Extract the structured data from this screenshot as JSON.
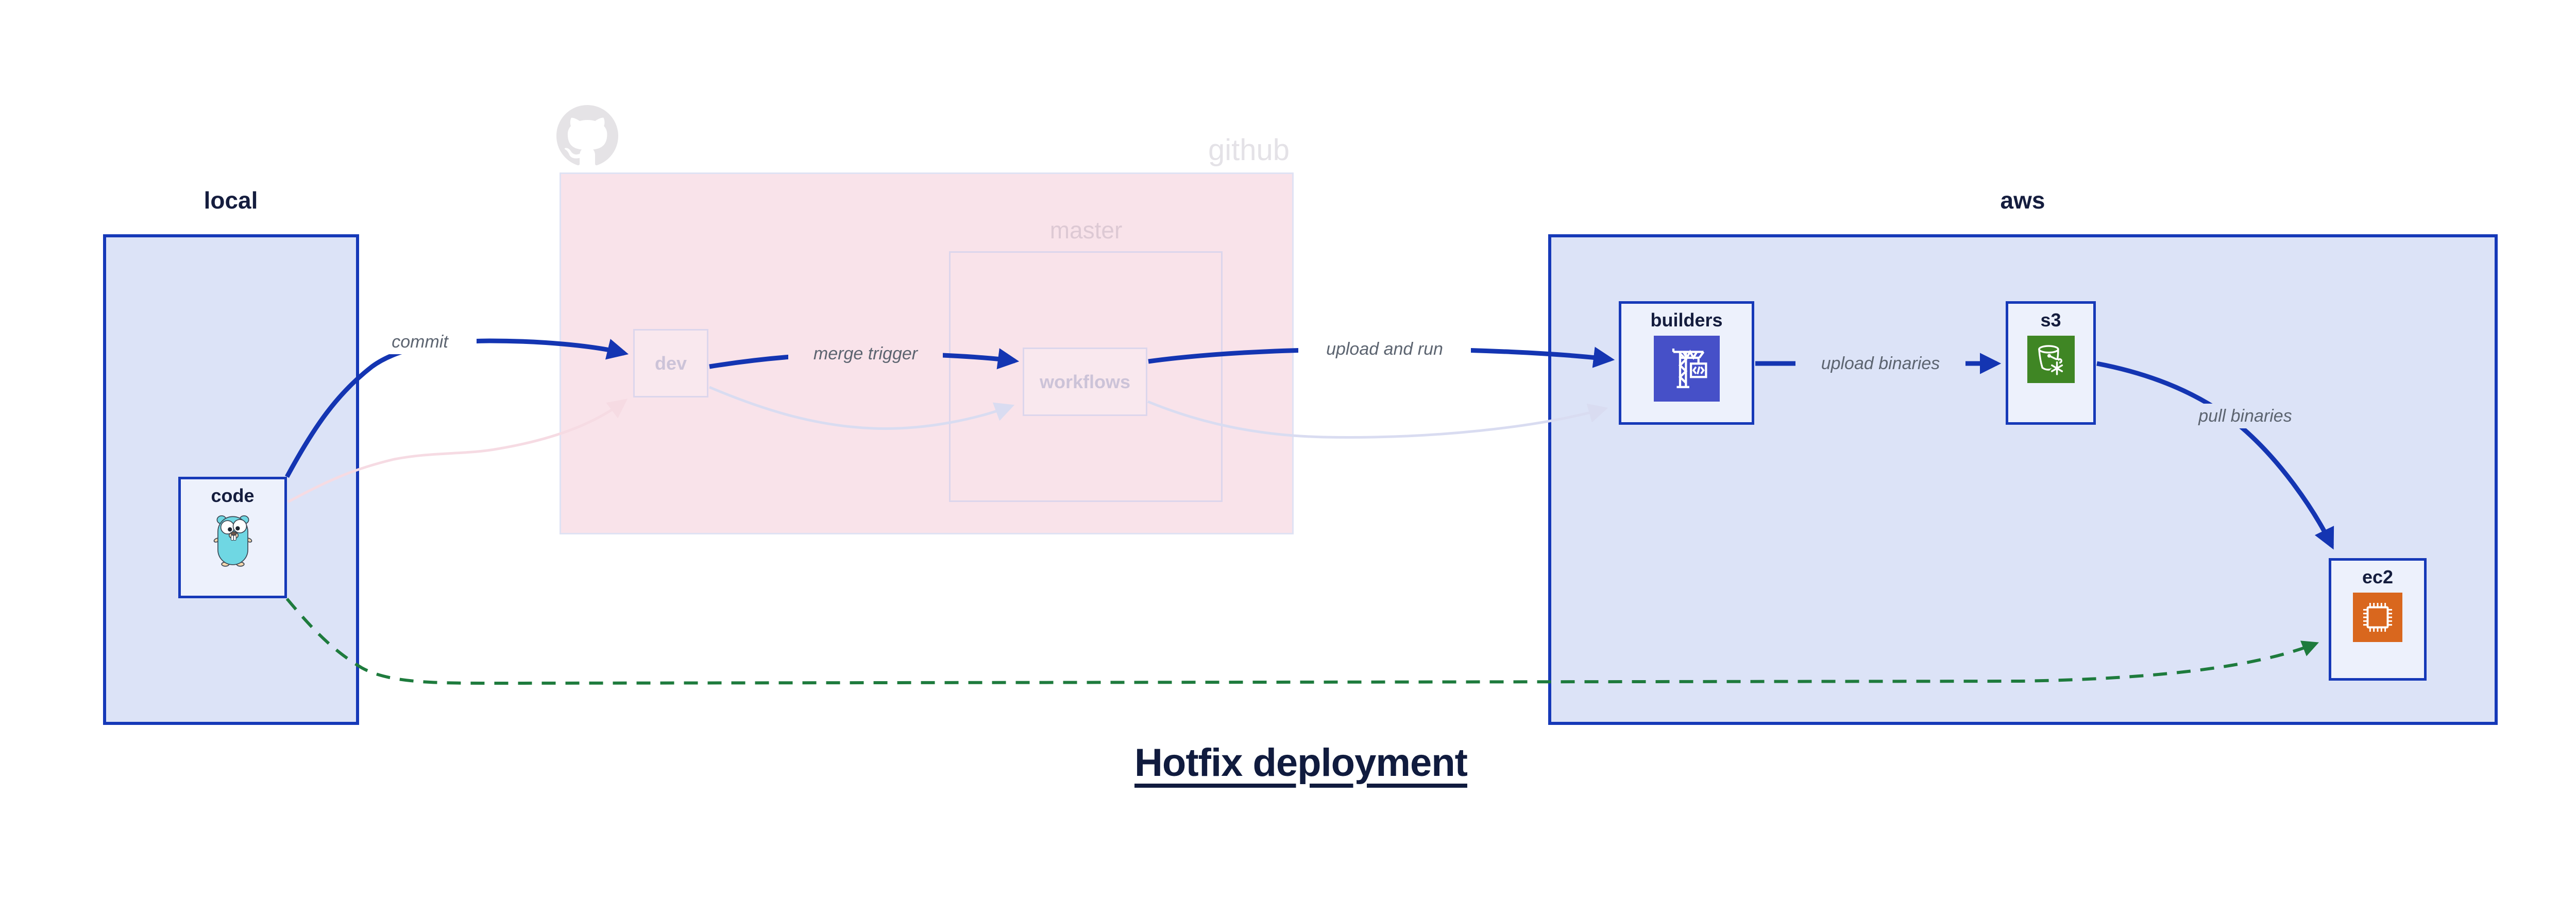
{
  "diagram_title": "Hotfix deployment",
  "groups": {
    "local": {
      "label": "local"
    },
    "github": {
      "label": "github",
      "branch_label": "master"
    },
    "aws": {
      "label": "aws"
    }
  },
  "nodes": {
    "code": {
      "label": "code",
      "icon": "go-gopher-icon"
    },
    "dev": {
      "label": "dev"
    },
    "workflows": {
      "label": "workflows"
    },
    "builders": {
      "label": "builders",
      "icon": "codebuild-crane-icon"
    },
    "s3": {
      "label": "s3",
      "icon": "s3-bucket-icon"
    },
    "ec2": {
      "label": "ec2",
      "icon": "cpu-chip-icon"
    }
  },
  "edges": {
    "commit": {
      "label": "commit",
      "from": "code",
      "to": "dev",
      "style": "solid-blue"
    },
    "merge_trigger": {
      "label": "merge trigger",
      "from": "dev",
      "to": "workflows",
      "style": "solid-blue"
    },
    "upload_and_run": {
      "label": "upload and run",
      "from": "workflows",
      "to": "builders",
      "style": "solid-blue"
    },
    "upload_binaries": {
      "label": "upload binaries",
      "from": "builders",
      "to": "s3",
      "style": "solid-blue"
    },
    "pull_binaries": {
      "label": "pull binaries",
      "from": "s3",
      "to": "ec2",
      "style": "solid-blue"
    },
    "hotfix_direct": {
      "label": "",
      "from": "code",
      "to": "ec2",
      "style": "dashed-green"
    },
    "faded_code_to_dev": {
      "label": "",
      "from": "code",
      "to": "dev",
      "style": "faded-pink"
    },
    "faded_dev_to_workflows": {
      "label": "",
      "from": "dev",
      "to": "workflows",
      "style": "faded-lavender"
    },
    "faded_workflows_to_builders": {
      "label": "",
      "from": "workflows",
      "to": "builders",
      "style": "faded-lavender"
    }
  },
  "colors": {
    "arrow_blue": "#1435b2",
    "arrow_green": "#1e7b3d",
    "arrow_pink_faded": "#f6dbe3",
    "arrow_lavender_faded": "#d9dcf1",
    "group_fill_blue": "#dce3f7",
    "group_border_blue": "#1639b8",
    "node_fill": "#edf1fc",
    "github_fill": "#f9e3ea",
    "github_border": "#dfe2f4",
    "faded_node_fill": "#f9e8ee",
    "faded_node_border": "#dcd6ec",
    "faded_text": "#ccc3d8",
    "github_text": "#e4e2e7",
    "master_text": "#ddc9d4",
    "label_text": "#5c6470",
    "title_text": "#101b3e",
    "node_text": "#151d3e",
    "codebuild_indigo": "#4650c8",
    "s3_green": "#3f8624",
    "ec2_orange": "#d9671e",
    "gopher_teal": "#6fd7e3"
  }
}
